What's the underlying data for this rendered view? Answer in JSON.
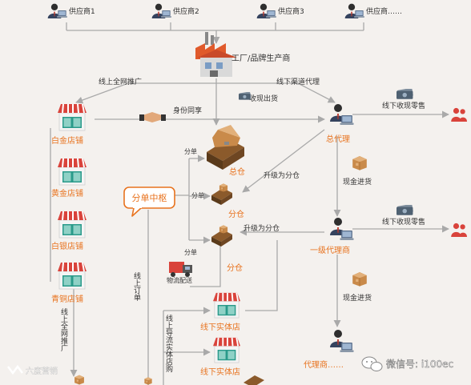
{
  "suppliers": [
    "供应商1",
    "供应商2",
    "供应商3",
    "供应商……"
  ],
  "factory": "工厂/品牌生产商",
  "edges": {
    "online_promo": "线上全网推广",
    "offline_agent": "线下渠道代理",
    "identity_share": "身份同享",
    "cash_out": "收现出货",
    "offline_retail_1": "线下收现零售",
    "offline_retail_2": "线下收现零售",
    "split_1": "分单",
    "split_2": "分单",
    "split_3": "分单",
    "upgrade_1": "升级为分仓",
    "upgrade_2": "升级为分仓",
    "cash_stock_1": "现金进货",
    "cash_stock_2": "现金进货",
    "logistics": "物流配送",
    "online_order": "线上订单",
    "online_promo_v": "线上全网推广",
    "offline_guide": "线上导流实体店购"
  },
  "stores": [
    "白金店铺",
    "黄金店铺",
    "白银店铺",
    "青铜店铺"
  ],
  "hub": "分单中枢",
  "warehouses": {
    "main": "总仓",
    "sub1": "分仓",
    "sub2": "分仓"
  },
  "agents": {
    "general": "总代理",
    "first": "一级代理商",
    "agent": "代理商……"
  },
  "physical_stores": [
    "线下实体店",
    "线下实体店"
  ],
  "watermark_left": "六度营销",
  "watermark_right": "微信号: i100ec",
  "colors": {
    "accent": "#e8731f",
    "store_red": "#d9433b",
    "store_green": "#2a9a8a",
    "line": "#a9a9a9"
  }
}
